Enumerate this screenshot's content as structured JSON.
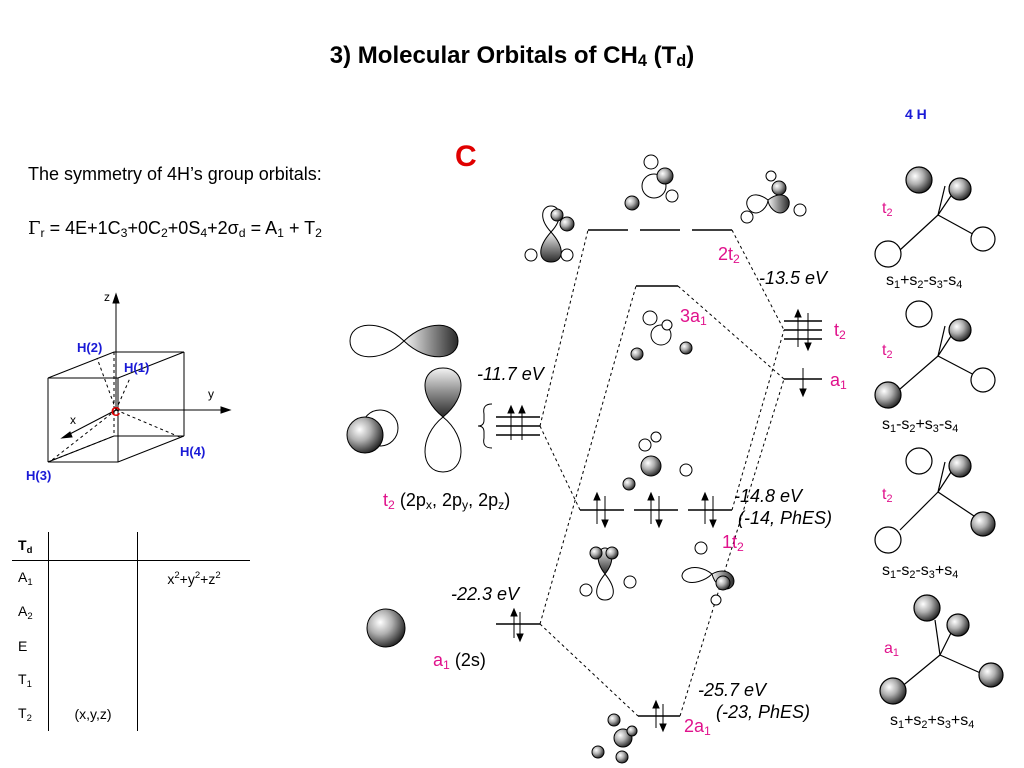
{
  "title": {
    "prefix": "3) Molecular Orbitals of CH",
    "sub4": "4",
    "mid": " (T",
    "subd": "d",
    "suffix": ")"
  },
  "left": {
    "symmetry_text": "The symmetry of 4H’s group orbitals:",
    "gamma": {
      "symbol": "Γ",
      "sub_r": "r",
      "p1": " = 4E+1C",
      "s3": "3",
      "p2": "+0C",
      "s2": "2",
      "p3": "+0S",
      "s4": "4",
      "p4": "+2σ",
      "sd": "d",
      "p5": " = A",
      "s1": "1",
      "p6": " + T",
      "s2b": "2"
    },
    "axes": {
      "z": "z",
      "y": "y",
      "x": "x"
    },
    "atoms": {
      "h1": "H(1)",
      "h2": "H(2)",
      "h3": "H(3)",
      "h4": "H(4)",
      "c": "C"
    }
  },
  "char_table": {
    "header_main": "T",
    "header_sub": "d",
    "rows": [
      {
        "main": "A",
        "sub": "1",
        "col1": "",
        "col2": "x²+y²+z²"
      },
      {
        "main": "A",
        "sub": "2",
        "col1": "",
        "col2": ""
      },
      {
        "main": "E",
        "sub": "",
        "col1": "",
        "col2": ""
      },
      {
        "main": "T",
        "sub": "1",
        "col1": "",
        "col2": ""
      },
      {
        "main": "T",
        "sub": "2",
        "col1": "(x,y,z)",
        "col2": ""
      }
    ]
  },
  "mo_diagram": {
    "carbon_label": "C",
    "four_h_label": "4 H",
    "carbon_levels": {
      "p_energy": "-11.7 eV",
      "p_label": "t",
      "p_label_sub": "2",
      "p_desc": " (2p",
      "px": "x",
      "py": "y",
      "pz": "z",
      "s_energy": "-22.3 eV",
      "s_label": "a",
      "s_label_sub": "1",
      "s_desc": " (2s)"
    },
    "h_levels": {
      "t2_energy": "-13.5 eV",
      "t2_label": "t",
      "t2_sub": "2",
      "a1_label": "a",
      "a1_sub": "1"
    },
    "mo_labels": {
      "two_t2": "2t",
      "two_t2_sub": "2",
      "three_a1": "3a",
      "three_a1_sub": "1",
      "one_t2": "1t",
      "one_t2_sub": "2",
      "two_a1": "2a",
      "two_a1_sub": "1"
    },
    "energies": {
      "one_t2_calc": "-14.8 eV",
      "one_t2_exp": "(-14, PhES)",
      "two_a1_calc": "-25.7 eV",
      "two_a1_exp": "(-23, PhES)"
    }
  },
  "group_orbitals": [
    {
      "sym": "t",
      "sym_sub": "2",
      "combo": [
        "s",
        "1",
        "+s",
        "2",
        "-s",
        "3",
        "-s",
        "4"
      ]
    },
    {
      "sym": "t",
      "sym_sub": "2",
      "combo": [
        "s",
        "1",
        "-s",
        "2",
        "+s",
        "3",
        "-s",
        "4"
      ]
    },
    {
      "sym": "t",
      "sym_sub": "2",
      "combo": [
        "s",
        "1",
        "-s",
        "2",
        "-s",
        "3",
        "+s",
        "4"
      ]
    },
    {
      "sym": "a",
      "sym_sub": "1",
      "combo": [
        "s",
        "1",
        "+s",
        "2",
        "+s",
        "3",
        "+s",
        "4"
      ]
    }
  ],
  "colors": {
    "magenta": "#e0128c",
    "blue": "#1a1ad6",
    "red": "#e00000"
  }
}
